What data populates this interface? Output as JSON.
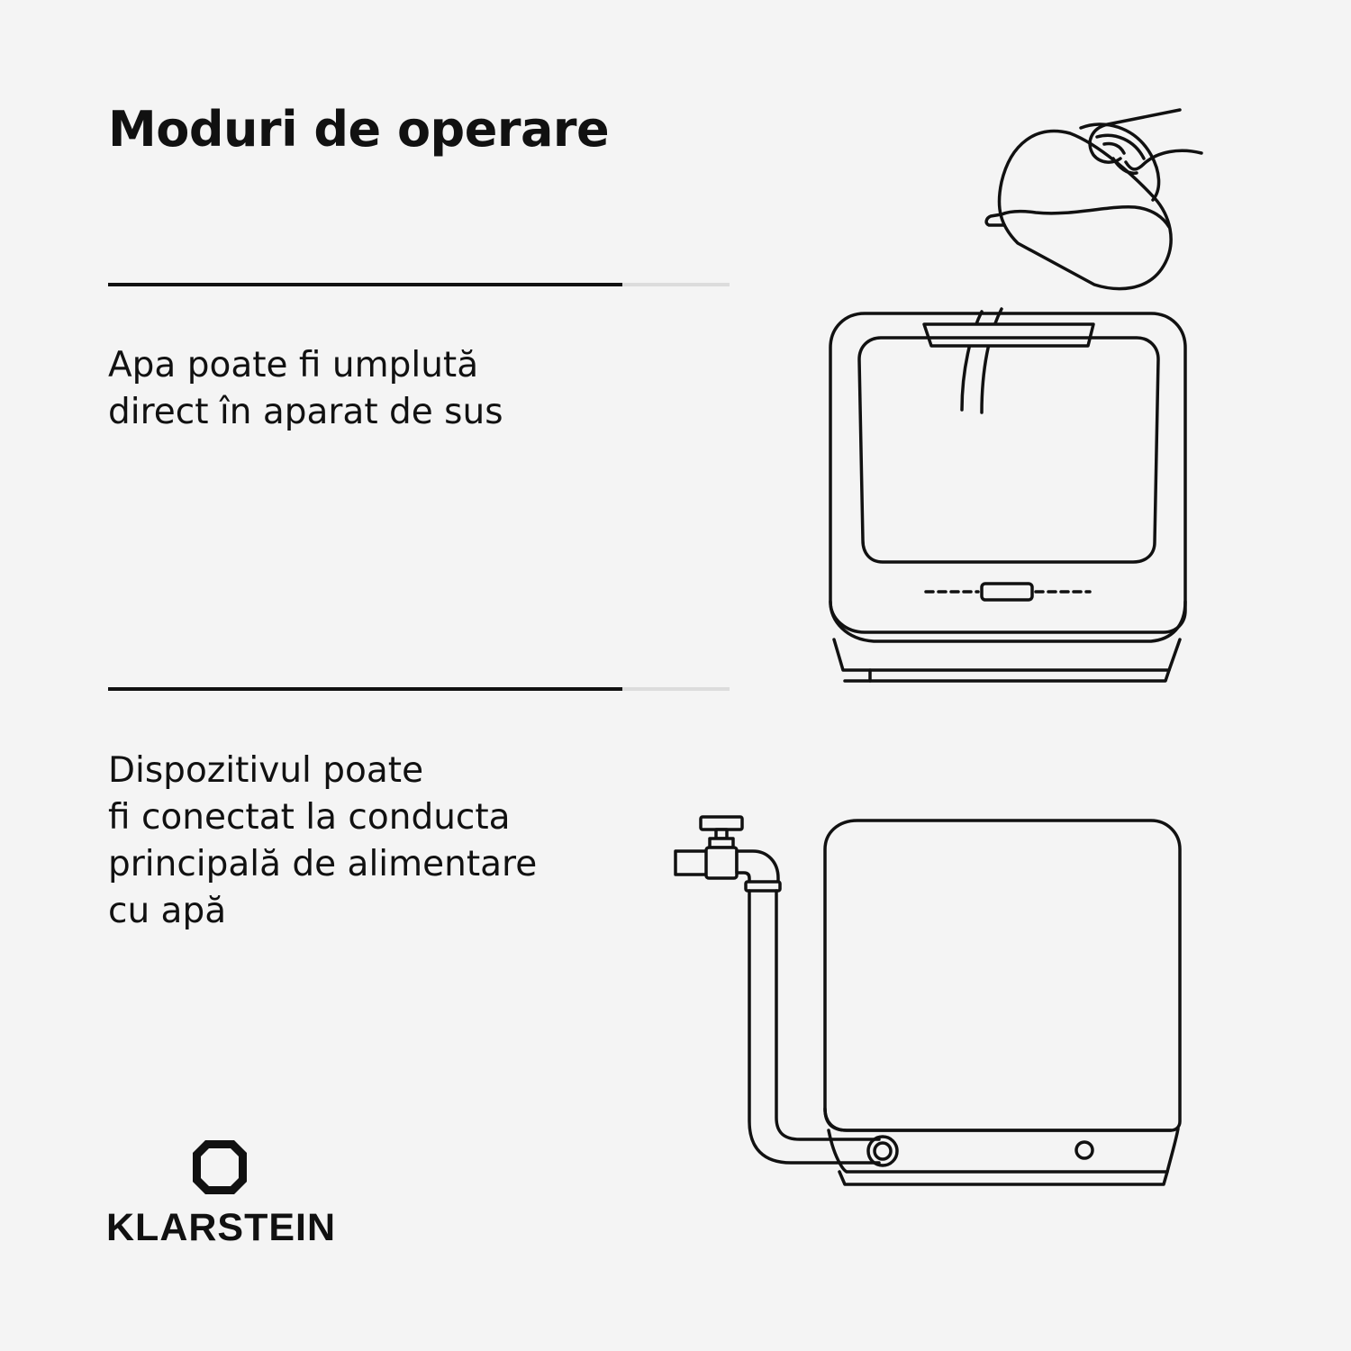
{
  "title": "Moduri de operare",
  "sections": [
    {
      "text": "Apa poate fi umplută\ndirect în aparat de sus",
      "progress": 0.827,
      "illustration": "dishwasher-top-fill-with-jug"
    },
    {
      "text": "Dispozitivul poate\nfi conectat la conducta\nprincipală de alimentare\ncu apă",
      "progress": 0.827,
      "illustration": "dishwasher-connected-to-tap"
    }
  ],
  "brand": {
    "name": "KLARSTEIN",
    "logo_icon": "klarstein-logo-icon"
  },
  "colors": {
    "background": "#f4f4f4",
    "ink": "#111111",
    "track": "#dcdcdc"
  }
}
